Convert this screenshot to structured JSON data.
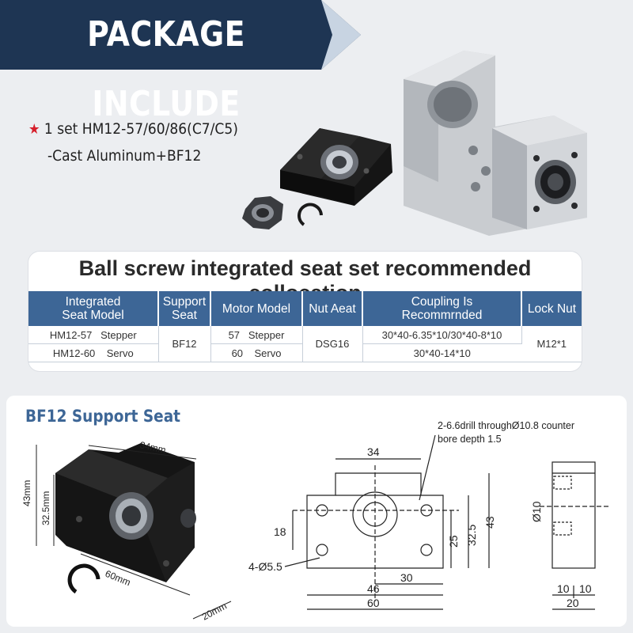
{
  "header": {
    "title": "PACKAGE INCLUDE"
  },
  "package": {
    "line1": "1 set HM12-57/60/86(C7/C5)",
    "line2": "-Cast Aluminum+BF12"
  },
  "table": {
    "title": "Ball screw integrated seat set recommended collocation",
    "headers": [
      "Integrated\nSeat Model",
      "Support\nSeat",
      "Motor Model",
      "Nut Aeat",
      "Coupling Is\nRecommrnded",
      "Lock Nut"
    ],
    "rows": [
      {
        "seat_model": "HM12-57   Stepper",
        "support": "BF12",
        "motor": "57   Stepper",
        "nut": "DSG16",
        "coupling": "30*40-6.35*10/30*40-8*10",
        "lock": "M12*1"
      },
      {
        "seat_model": "HM12-60    Servo",
        "motor": "60    Servo",
        "coupling": "30*40-14*10"
      }
    ]
  },
  "bf12": {
    "title": "BF12 Support Seat",
    "photo_dims": {
      "top": "34mm",
      "height": "43mm",
      "inner_height": "32.5mm",
      "length": "60mm",
      "width": "20mm"
    },
    "callout_line1": "2-6.6drill throughØ10.8 counter",
    "callout_line2": "bore depth 1.5",
    "drawing_dims": {
      "top_width": "34",
      "h18": "18",
      "h25": "25",
      "h32_5": "32.5",
      "h43": "43",
      "holes": "4-Ø5.5",
      "w30": "30",
      "w46": "46",
      "w60": "60"
    },
    "side_dims": {
      "bore": "Ø10",
      "w10a": "10",
      "w10b": "10",
      "w20": "20"
    }
  }
}
